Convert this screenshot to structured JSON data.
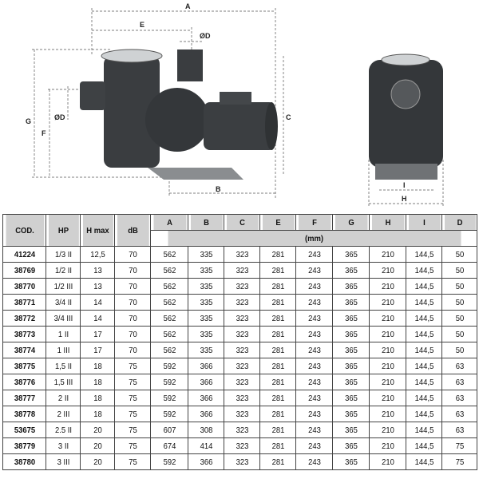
{
  "drawing": {
    "labels": {
      "A": "A",
      "E": "E",
      "OD_top": "ØD",
      "C": "C",
      "G": "G",
      "F": "F",
      "OD_side": "ØD",
      "B": "B",
      "I": "I",
      "H": "H"
    }
  },
  "table": {
    "headers": [
      "COD.",
      "HP",
      "H max",
      "dB",
      "A",
      "B",
      "C",
      "E",
      "F",
      "G",
      "H",
      "I",
      "D"
    ],
    "unit": "(mm)",
    "rows": [
      [
        "41224",
        "1/3 II",
        "12,5",
        "70",
        "562",
        "335",
        "323",
        "281",
        "243",
        "365",
        "210",
        "144,5",
        "50"
      ],
      [
        "38769",
        "1/2 II",
        "13",
        "70",
        "562",
        "335",
        "323",
        "281",
        "243",
        "365",
        "210",
        "144,5",
        "50"
      ],
      [
        "38770",
        "1/2 III",
        "13",
        "70",
        "562",
        "335",
        "323",
        "281",
        "243",
        "365",
        "210",
        "144,5",
        "50"
      ],
      [
        "38771",
        "3/4 II",
        "14",
        "70",
        "562",
        "335",
        "323",
        "281",
        "243",
        "365",
        "210",
        "144,5",
        "50"
      ],
      [
        "38772",
        "3/4 III",
        "14",
        "70",
        "562",
        "335",
        "323",
        "281",
        "243",
        "365",
        "210",
        "144,5",
        "50"
      ],
      [
        "38773",
        "1 II",
        "17",
        "70",
        "562",
        "335",
        "323",
        "281",
        "243",
        "365",
        "210",
        "144,5",
        "50"
      ],
      [
        "38774",
        "1 III",
        "17",
        "70",
        "562",
        "335",
        "323",
        "281",
        "243",
        "365",
        "210",
        "144,5",
        "50"
      ],
      [
        "38775",
        "1,5 II",
        "18",
        "75",
        "592",
        "366",
        "323",
        "281",
        "243",
        "365",
        "210",
        "144,5",
        "63"
      ],
      [
        "38776",
        "1,5 III",
        "18",
        "75",
        "592",
        "366",
        "323",
        "281",
        "243",
        "365",
        "210",
        "144,5",
        "63"
      ],
      [
        "38777",
        "2 II",
        "18",
        "75",
        "592",
        "366",
        "323",
        "281",
        "243",
        "365",
        "210",
        "144,5",
        "63"
      ],
      [
        "38778",
        "2 III",
        "18",
        "75",
        "592",
        "366",
        "323",
        "281",
        "243",
        "365",
        "210",
        "144,5",
        "63"
      ],
      [
        "53675",
        "2.5 II",
        "20",
        "75",
        "607",
        "308",
        "323",
        "281",
        "243",
        "365",
        "210",
        "144,5",
        "63"
      ],
      [
        "38779",
        "3 II",
        "20",
        "75",
        "674",
        "414",
        "323",
        "281",
        "243",
        "365",
        "210",
        "144,5",
        "75"
      ],
      [
        "38780",
        "3 III",
        "20",
        "75",
        "592",
        "366",
        "323",
        "281",
        "243",
        "365",
        "210",
        "144,5",
        "75"
      ]
    ]
  }
}
